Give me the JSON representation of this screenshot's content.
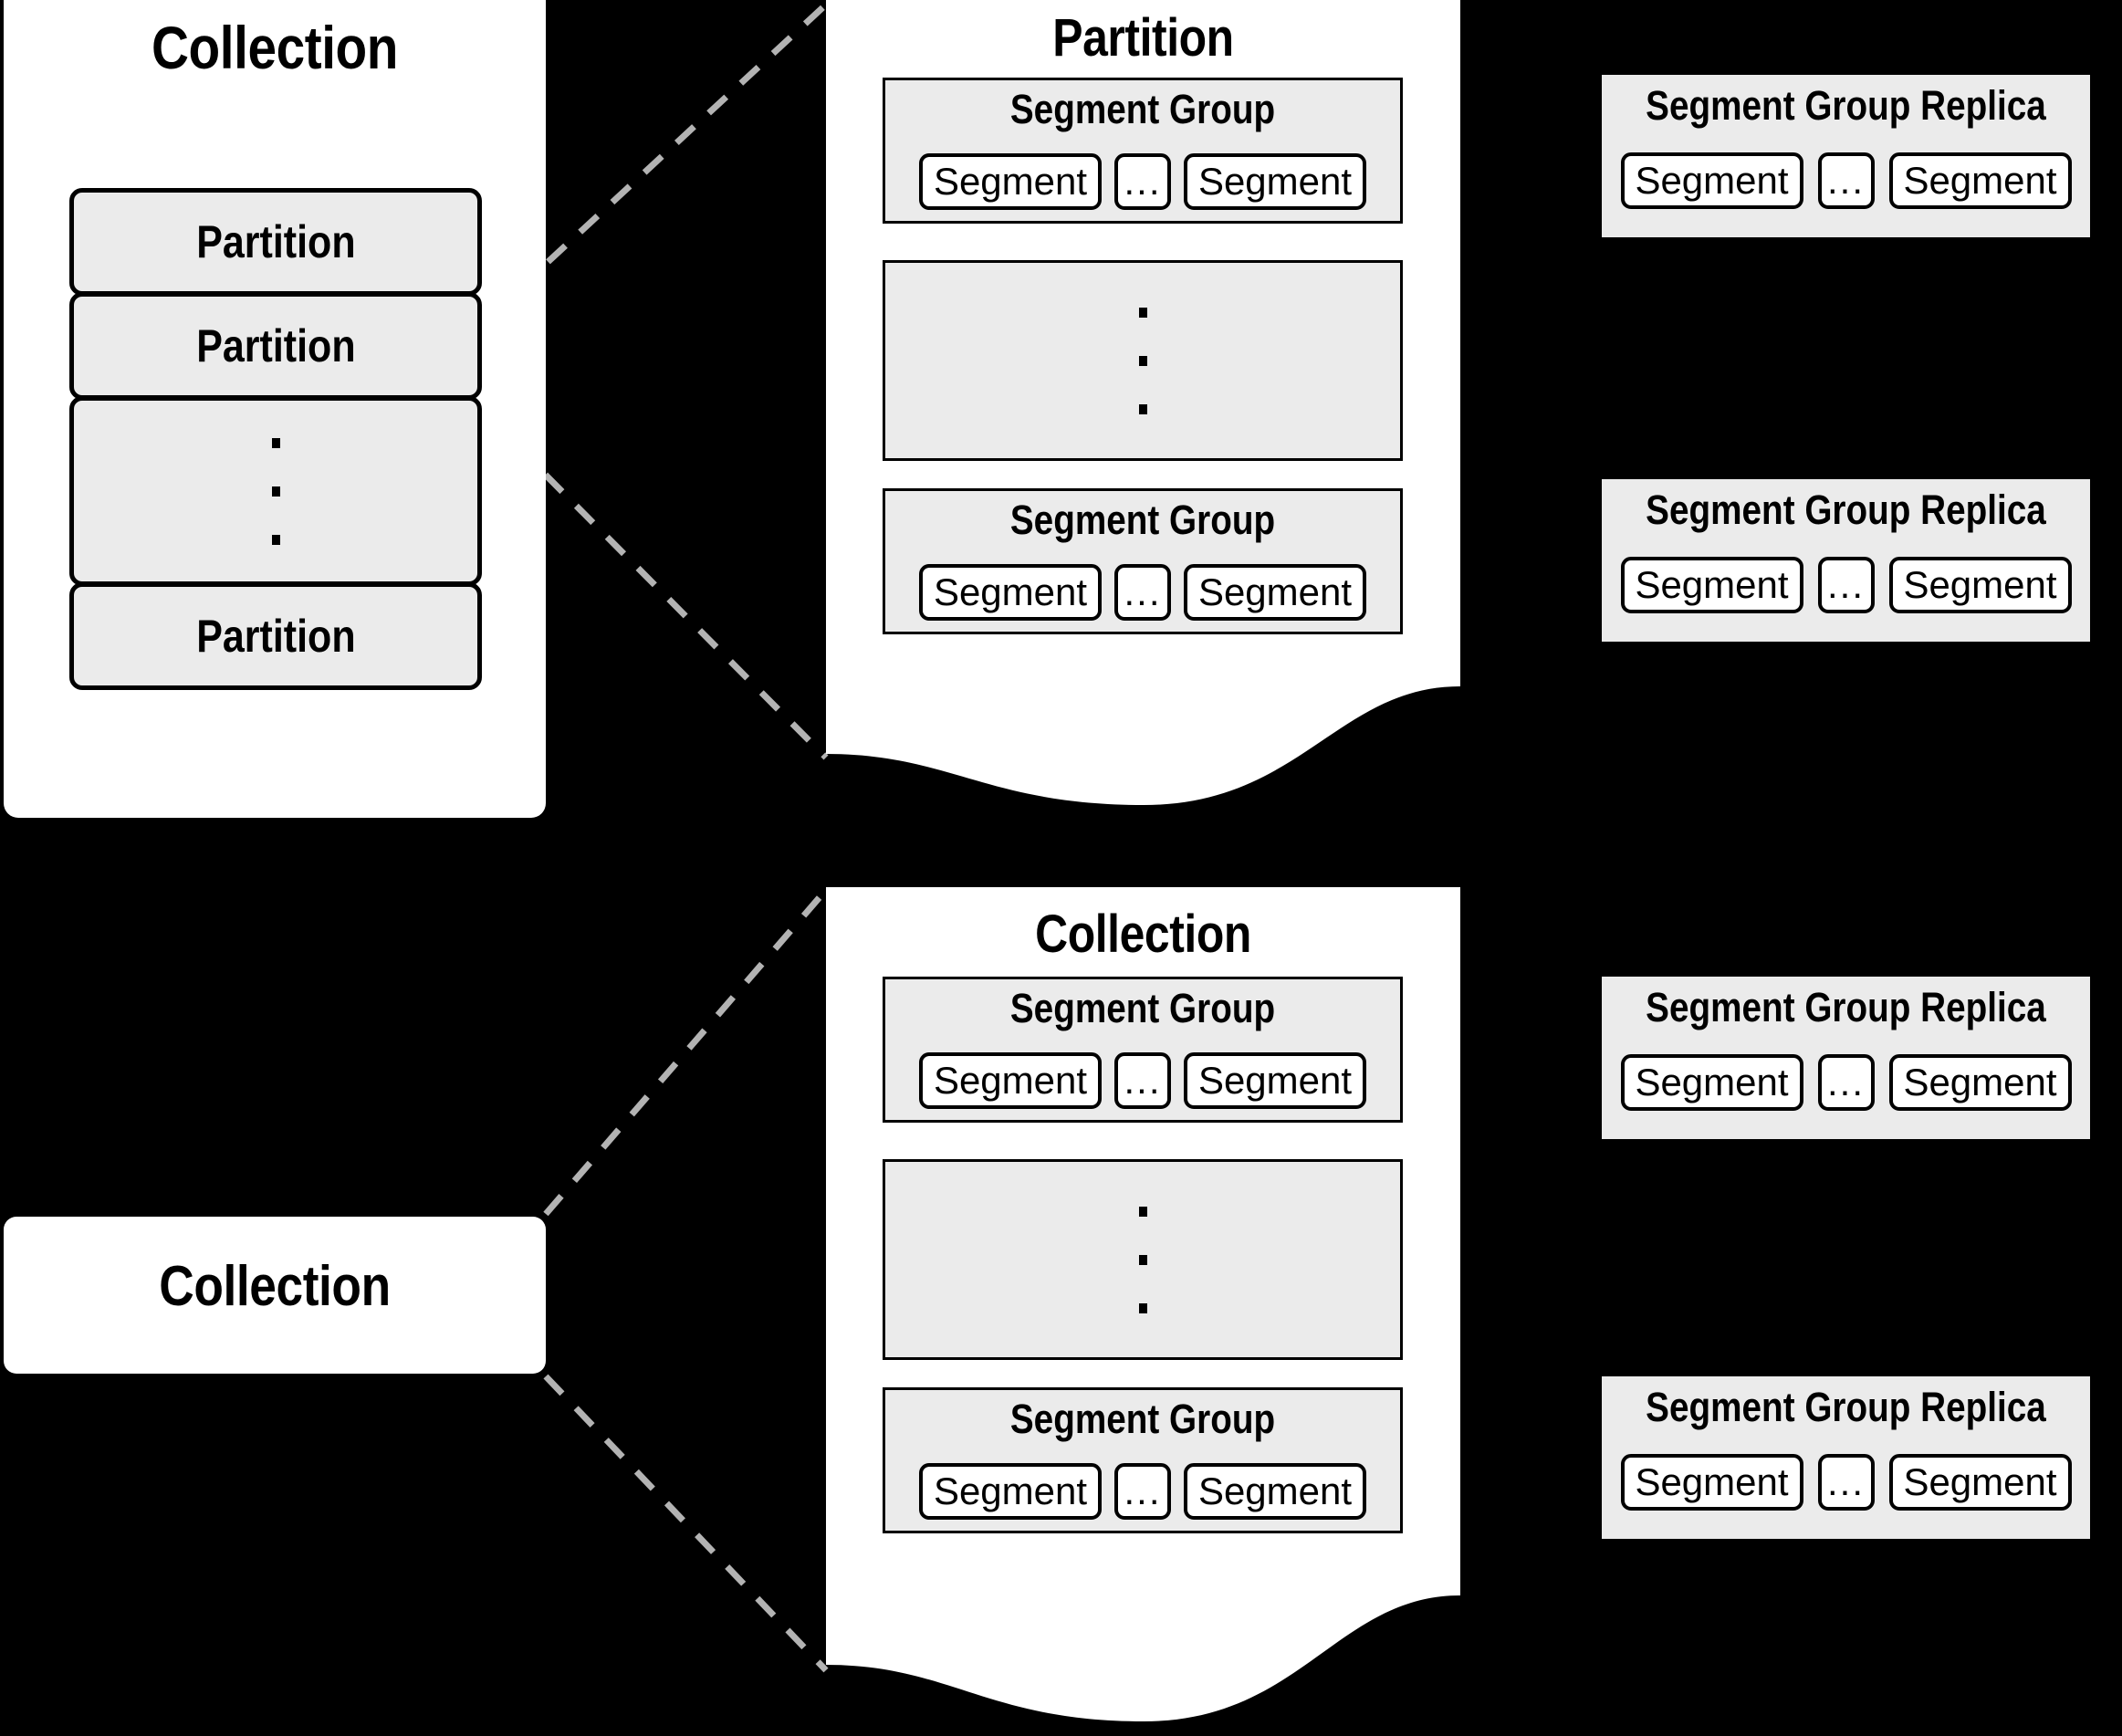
{
  "diagram": {
    "background_color": "#000000",
    "panel_color": "#ffffff",
    "box_fill_color": "#ebebeb",
    "border_color": "#000000",
    "connector_color": "#b3b3b3"
  },
  "collection_partitions_card": {
    "title": "Collection",
    "rows": [
      {
        "label": "Partition",
        "kind": "label"
      },
      {
        "label": "Partition",
        "kind": "label"
      },
      {
        "label": "",
        "kind": "ellipsis"
      },
      {
        "label": "Partition",
        "kind": "label"
      }
    ]
  },
  "partition_panel": {
    "title": "Partition",
    "groups": [
      {
        "kind": "segment-group",
        "title": "Segment Group",
        "segments": [
          "Segment",
          "...",
          "Segment"
        ]
      },
      {
        "kind": "ellipsis"
      },
      {
        "kind": "segment-group",
        "title": "Segment Group",
        "segments": [
          "Segment",
          "...",
          "Segment"
        ]
      }
    ]
  },
  "partition_replicas": [
    {
      "title": "Segment Group Replica",
      "segments": [
        "Segment",
        "...",
        "Segment"
      ]
    },
    {
      "title": "Segment Group Replica",
      "segments": [
        "Segment",
        "...",
        "Segment"
      ]
    }
  ],
  "collection_card": {
    "title": "Collection"
  },
  "collection_panel": {
    "title": "Collection",
    "groups": [
      {
        "kind": "segment-group",
        "title": "Segment Group",
        "segments": [
          "Segment",
          "...",
          "Segment"
        ]
      },
      {
        "kind": "ellipsis"
      },
      {
        "kind": "segment-group",
        "title": "Segment Group",
        "segments": [
          "Segment",
          "...",
          "Segment"
        ]
      }
    ]
  },
  "collection_replicas": [
    {
      "title": "Segment Group Replica",
      "segments": [
        "Segment",
        "...",
        "Segment"
      ]
    },
    {
      "title": "Segment Group Replica",
      "segments": [
        "Segment",
        "...",
        "Segment"
      ]
    }
  ]
}
